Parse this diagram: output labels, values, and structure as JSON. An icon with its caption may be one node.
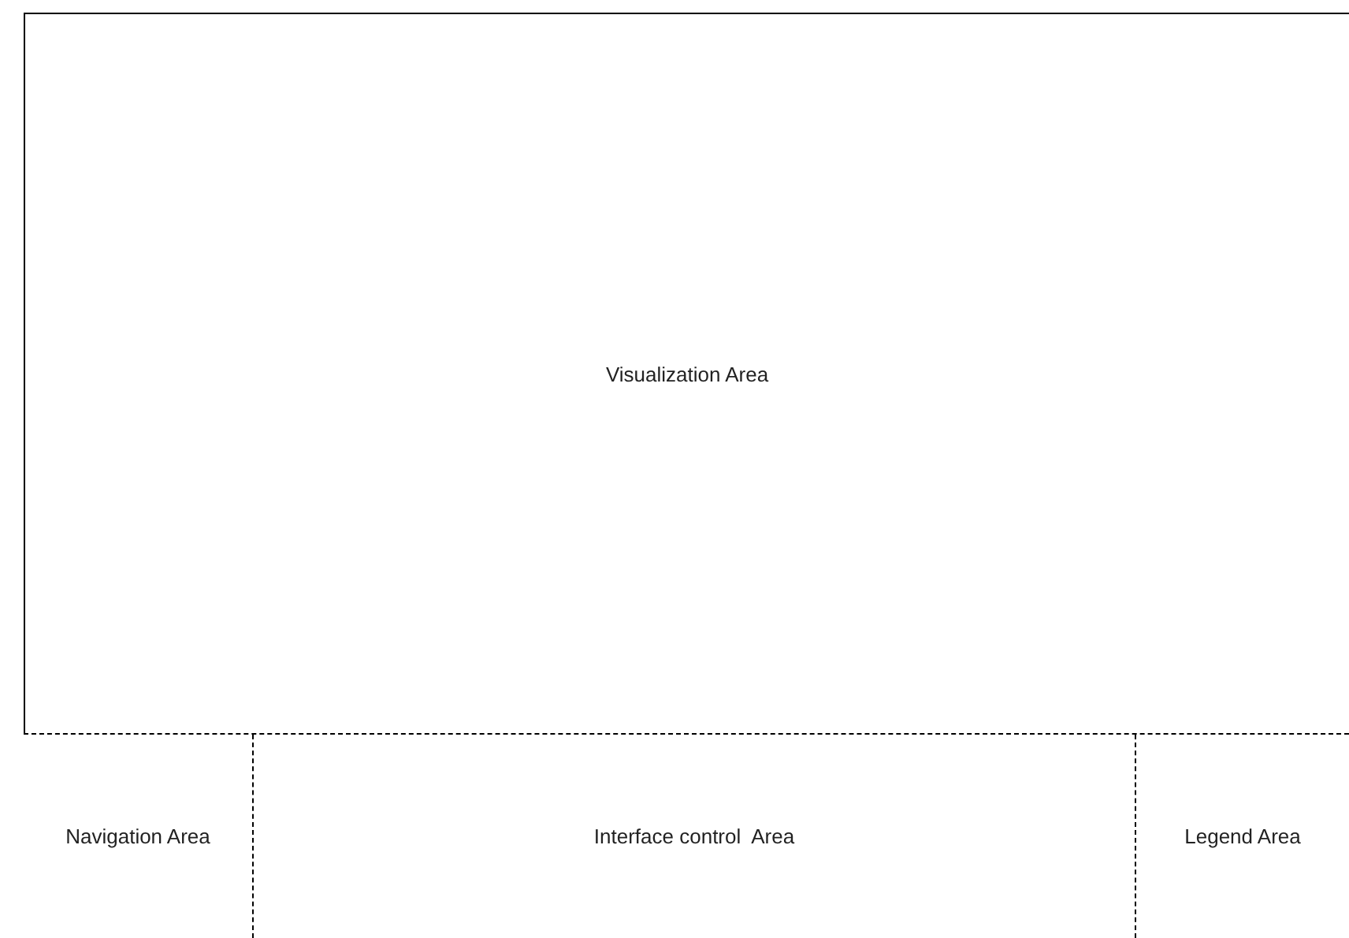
{
  "diagram": {
    "nodes": [
      {
        "text": [
          "Visualization Area"
        ]
      },
      {
        "text": [
          "Navigation Area"
        ]
      },
      {
        "text": [
          "Interface control  Area"
        ]
      },
      {
        "text": [
          "Legend Area"
        ]
      }
    ]
  }
}
